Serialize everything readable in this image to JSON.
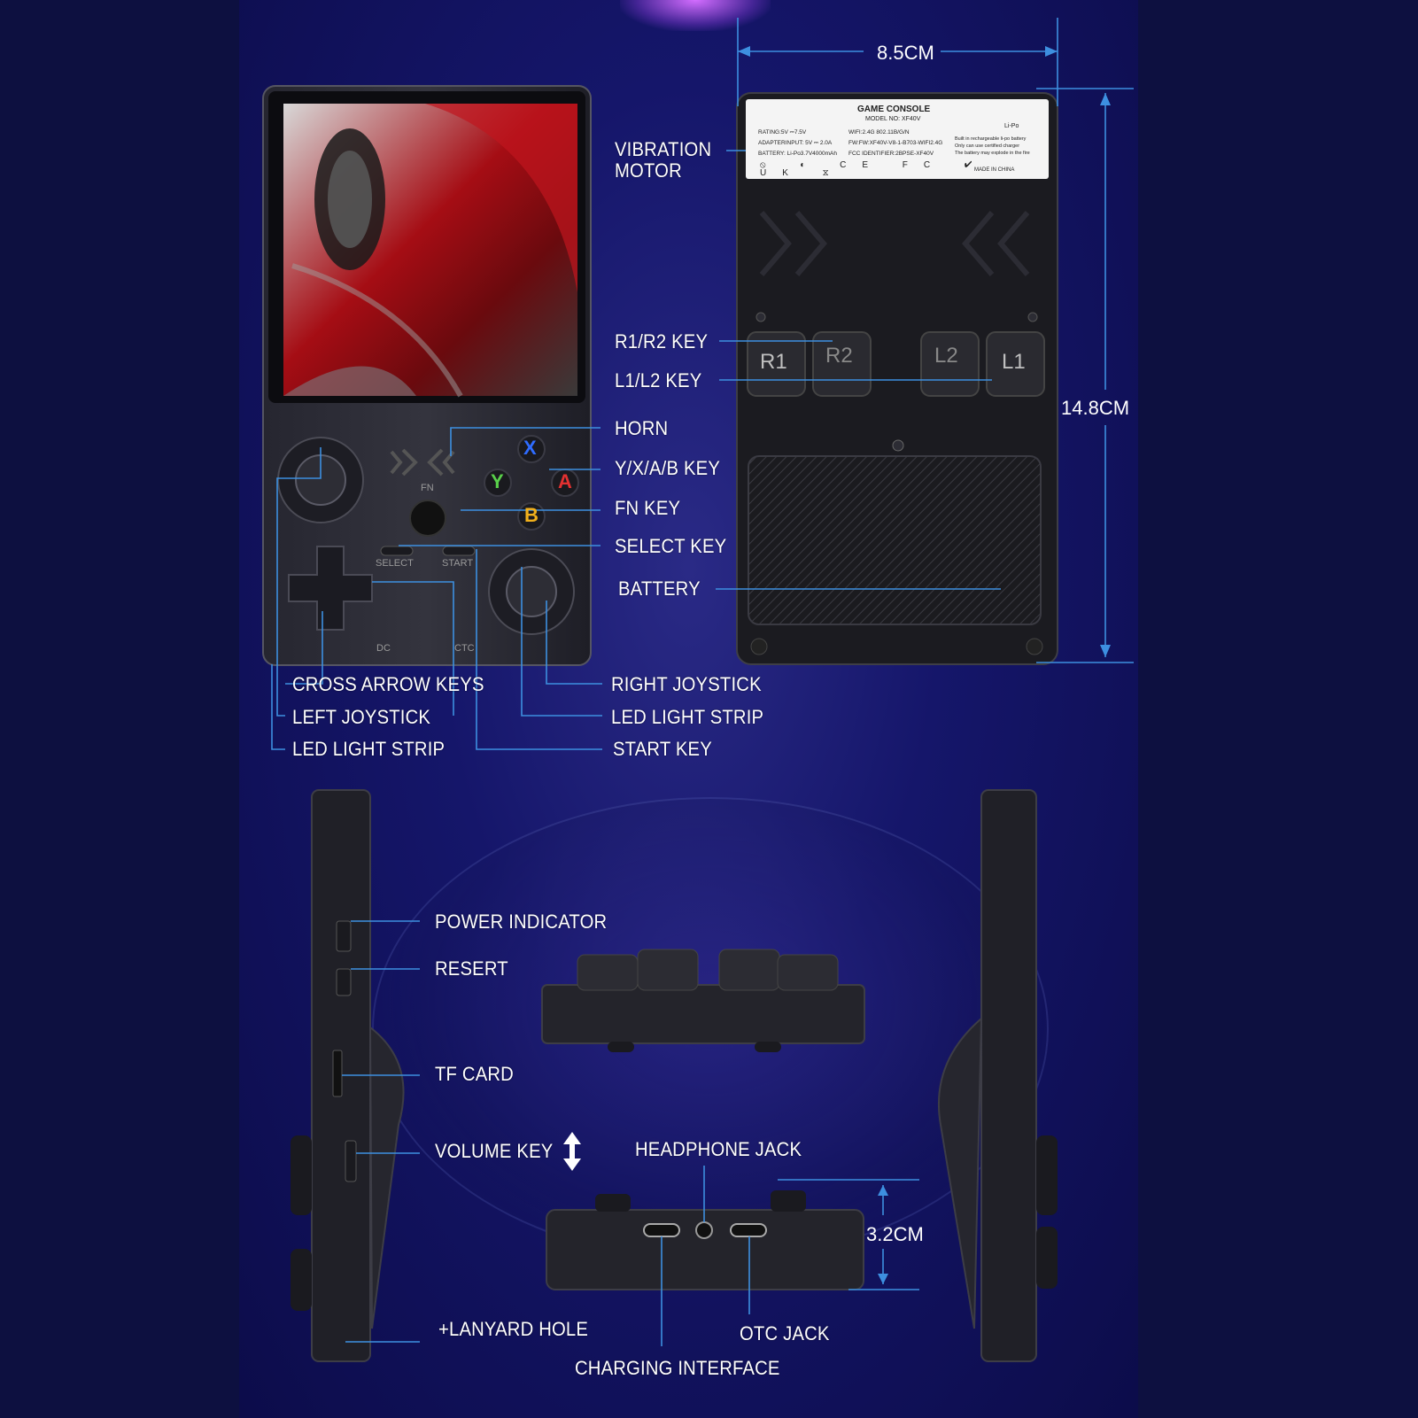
{
  "labels": {
    "vibration_motor": "VIBRATION\nMOTOR",
    "r1r2_key": "R1/R2 KEY",
    "l1l2_key": "L1/L2 KEY",
    "horn": "HORN",
    "yxab_key": "Y/X/A/B KEY",
    "fn_key": "FN KEY",
    "select_key": "SELECT KEY",
    "battery": "BATTERY",
    "cross_arrow_keys": "CROSS ARROW KEYS",
    "left_joystick": "LEFT JOYSTICK",
    "led_light_strip_left": "LED LIGHT STRIP",
    "right_joystick": "RIGHT JOYSTICK",
    "led_light_strip_right": "LED LIGHT STRIP",
    "start_key": "START KEY",
    "power_indicator": "POWER INDICATOR",
    "resert": "RESERT",
    "tf_card": "TF CARD",
    "volume_key": "VOLUME  KEY",
    "lanyard_hole": "+LANYARD HOLE",
    "headphone_jack": "HEADPHONE JACK",
    "otc_jack": "OTC JACK",
    "charging_interface": "CHARGING INTERFACE"
  },
  "dimensions": {
    "width": "8.5CM",
    "height": "14.8CM",
    "thickness": "3.2CM"
  },
  "front_face": {
    "fn": "FN",
    "select": "SELECT",
    "start": "START",
    "dc": "DC",
    "ctc": "CTC",
    "btn_x": "X",
    "btn_y": "Y",
    "btn_a": "A",
    "btn_b": "B"
  },
  "shoulder_keys": {
    "r1": "R1",
    "r2": "R2",
    "l2": "L2",
    "l1": "L1"
  },
  "sticker": {
    "title": "GAME CONSOLE",
    "model": "MODEL NO: XF40V",
    "rating": "RATING:5V  ⎓7.5V",
    "adapter": "ADAPTERINPUT: 5V ⎓ 2.0A",
    "battery": "BATTERY: Li-Po3.7V4000mAh",
    "wifi": "WIFI:2.4G 802.11B/G/N",
    "fw": "FW:FW:XF40V-V8-1-B703-WIFI2.4G",
    "fcc": "FCC IDENTIFIER:2BPSE-XF40V",
    "note": "Built in rechargeable li-po battery\nOnly can use certified charger\nThe battery may explode in the fire",
    "lipo": "Li-Po",
    "made": "MADE IN CHINA",
    "marks": "⦸ ◐ CE FC ✔ UK ⧖"
  },
  "colors": {
    "leader_line": "#3d8fe0",
    "btn_x": "#2f6cff",
    "btn_y": "#59d04a",
    "btn_a": "#e23131",
    "btn_b": "#f2b11c"
  },
  "icons": {
    "volume": "up-down-arrow-icon",
    "power": "power-icon",
    "reset": "reset-icon"
  }
}
